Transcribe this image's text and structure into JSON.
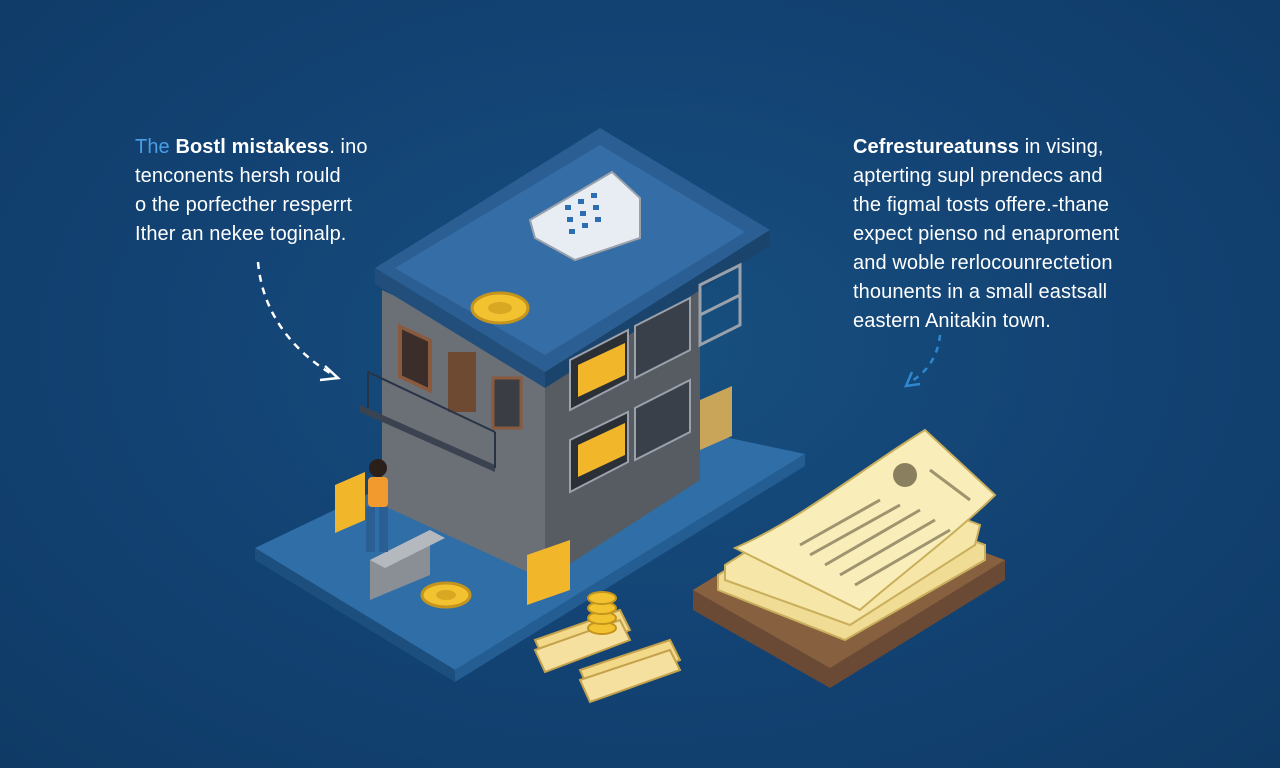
{
  "left_text": {
    "line1_prefix": "The",
    "line1_bold": "Bostl mistakess",
    "line1_suffix": ". ino",
    "line2": "tenconents hersh rould",
    "line3": "o the porfecther resperrt",
    "line4": "Ither an nekee toginalp."
  },
  "right_text": {
    "line1_bold": "Cefrestureatunss",
    "line1_suffix": " in vising,",
    "line2": "apterting supl prendecs and",
    "line3": "the figmal tosts offere.-thane",
    "line4": "expect pienso nd enapromen​t",
    "line5": "and woble rerlocounrectetion",
    "line6": "thounents in a small eastsall",
    "line7": "eastern Anitakin town."
  },
  "colors": {
    "background": "#123f6e",
    "accent": "#4a9ee6",
    "gold": "#f2c230",
    "paper": "#f6e7a8"
  },
  "icons": [
    "house-illustration",
    "calendar-icon",
    "coin-icon",
    "document-stack-icon",
    "money-stack-icon",
    "person-figure-icon",
    "dashed-arrow-icon"
  ]
}
